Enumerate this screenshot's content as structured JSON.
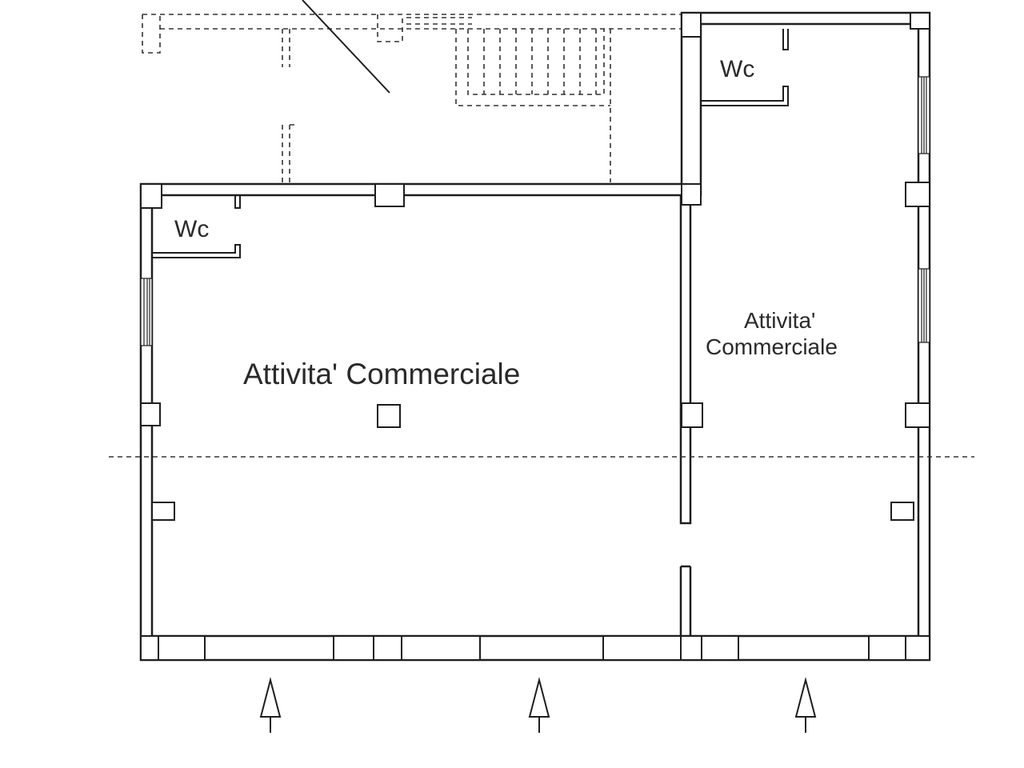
{
  "rooms": {
    "main_shop": {
      "label": "Attivita' Commerciale"
    },
    "side_shop": {
      "line1": "Attivita'",
      "line2": "Commerciale"
    },
    "wc_main": {
      "label": "Wc"
    },
    "wc_side": {
      "label": "Wc"
    }
  },
  "colors": {
    "line": "#1e1e1e",
    "background": "#ffffff"
  },
  "icons": [
    "entrance-arrow-icon"
  ]
}
